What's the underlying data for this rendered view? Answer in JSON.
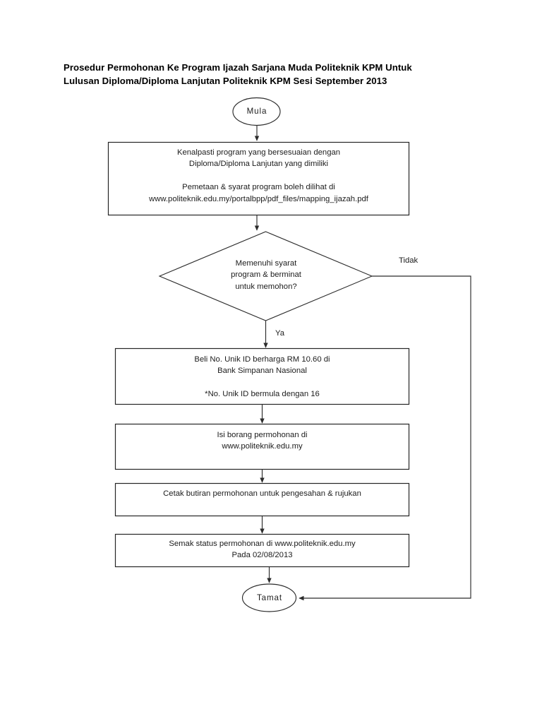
{
  "document": {
    "title_lines": [
      "Prosedur Permohonan Ke Program Ijazah Sarjana Muda Politeknik KPM Untuk",
      "Lulusan Diploma/Diploma Lanjutan Politeknik KPM Sesi September 2013"
    ],
    "background_color": "#ffffff",
    "line_color": "#2b2b2b",
    "text_color": "#1c1c1c"
  },
  "chart_data": {
    "type": "diagram",
    "diagram_type": "flowchart",
    "title": "Prosedur Permohonan Ke Program Ijazah Sarjana Muda Politeknik KPM Untuk Lulusan Diploma/Diploma Lanjutan Politeknik KPM Sesi September 2013",
    "orientation": "top-to-bottom",
    "nodes": [
      {
        "id": "start",
        "shape": "oval",
        "label": "Mula",
        "lines": [
          "Mula"
        ]
      },
      {
        "id": "identify-program",
        "shape": "process",
        "lines": [
          "Kenalpasti program yang bersesuaian dengan",
          "Diploma/Diploma Lanjutan yang dimiliki",
          "",
          "Pemetaan & syarat program boleh dilihat di",
          "www.politeknik.edu.my/portalbpp/pdf_files/mapping_ijazah.pdf"
        ]
      },
      {
        "id": "meets-requirements",
        "shape": "decision",
        "lines": [
          "Memenuhi syarat",
          "program & berminat",
          "untuk memohon?"
        ]
      },
      {
        "id": "buy-unique-id",
        "shape": "process",
        "lines": [
          "Beli No. Unik ID berharga RM 10.60 di",
          "Bank Simpanan Nasional",
          "",
          "*No. Unik ID bermula dengan 16"
        ]
      },
      {
        "id": "fill-application",
        "shape": "process",
        "lines": [
          "Isi borang permohonan di",
          "www.politeknik.edu.my"
        ]
      },
      {
        "id": "print-details",
        "shape": "process",
        "lines": [
          "Cetak butiran permohonan untuk pengesahan & rujukan"
        ]
      },
      {
        "id": "check-status",
        "shape": "process",
        "lines": [
          "Semak status permohonan di www.politeknik.edu.my",
          "Pada 02/08/2013"
        ]
      },
      {
        "id": "end",
        "shape": "oval",
        "label": "Tamat",
        "lines": [
          "Tamat"
        ]
      }
    ],
    "edges": [
      {
        "from": "start",
        "to": "identify-program",
        "label": ""
      },
      {
        "from": "identify-program",
        "to": "meets-requirements",
        "label": ""
      },
      {
        "from": "meets-requirements",
        "to": "buy-unique-id",
        "label": "Ya"
      },
      {
        "from": "meets-requirements",
        "to": "end",
        "label": "Tidak"
      },
      {
        "from": "buy-unique-id",
        "to": "fill-application",
        "label": ""
      },
      {
        "from": "fill-application",
        "to": "print-details",
        "label": ""
      },
      {
        "from": "print-details",
        "to": "check-status",
        "label": ""
      },
      {
        "from": "check-status",
        "to": "end",
        "label": ""
      }
    ],
    "edge_labels": {
      "yes": "Ya",
      "no": "Tidak"
    }
  }
}
